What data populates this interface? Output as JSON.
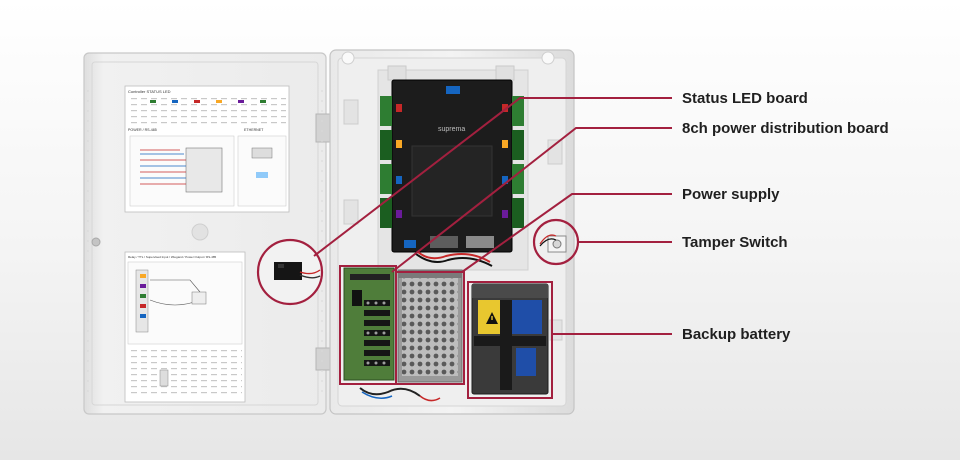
{
  "product": {
    "brand_mark": "suprema",
    "door_panel_heading": "Controller STATUS LED",
    "door_panel_sections": [
      "POWER / RS-485 ",
      "ETHERNET",
      "Relay / TTL / Supervised Input / Wiegand / Power Output / RS-485"
    ]
  },
  "callouts": [
    {
      "id": "status-led-board",
      "label": "Status LED board"
    },
    {
      "id": "power-distribution-board",
      "label": "8ch power distribution board"
    },
    {
      "id": "power-supply",
      "label": "Power supply"
    },
    {
      "id": "tamper-switch",
      "label": "Tamper Switch"
    },
    {
      "id": "backup-battery",
      "label": "Backup battery"
    }
  ],
  "colors": {
    "callout_accent": "#a3203f",
    "enclosure": "#eeeeee",
    "controller_board": "#1c1c1c",
    "pcb_green": "#2e7d32",
    "battery": "#3a3a3a",
    "battery_label_blue": "#1f4ea8",
    "battery_label_yellow": "#e8c72f"
  },
  "icons": [
    "warning-triangle-icon"
  ]
}
